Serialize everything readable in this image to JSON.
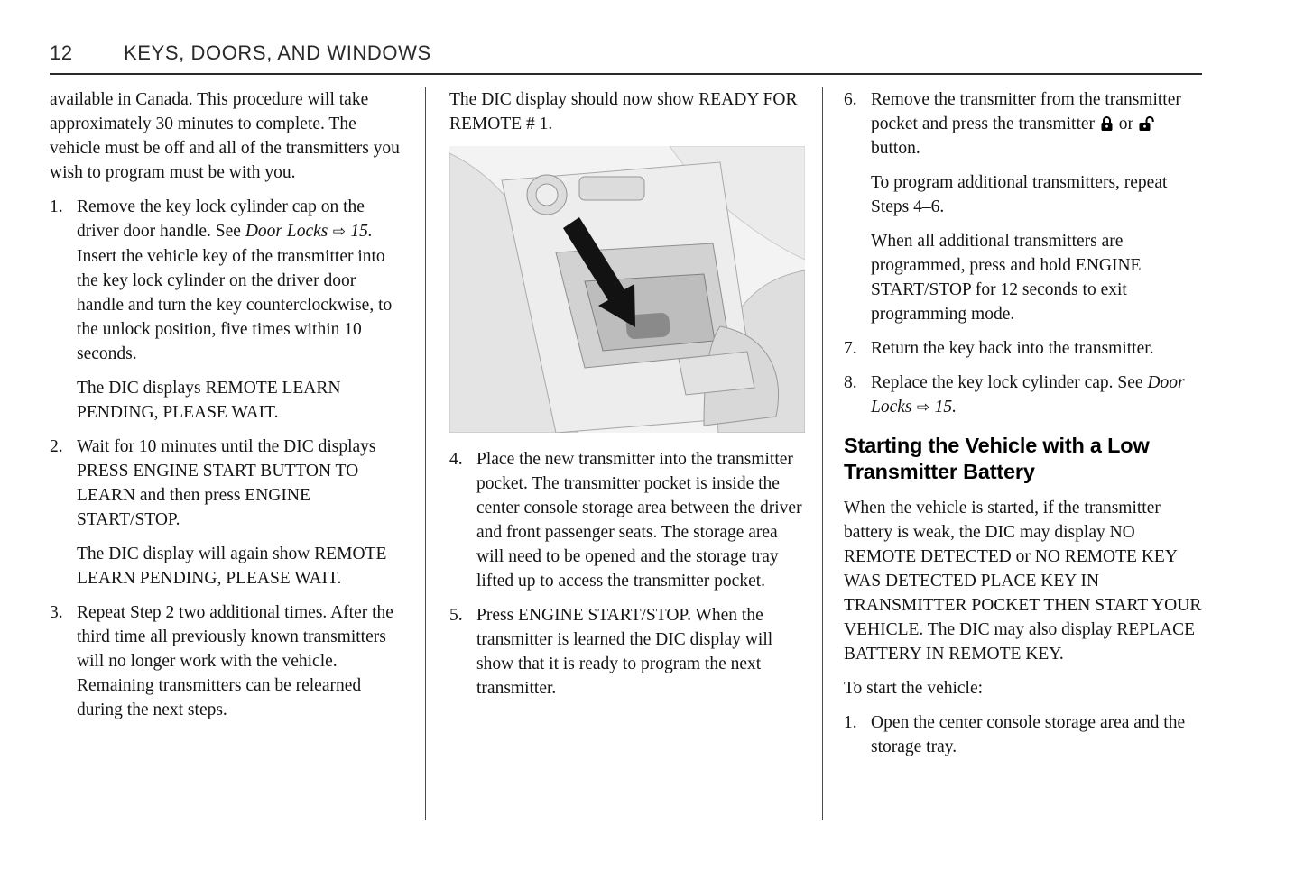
{
  "page": {
    "number": "12",
    "header": "KEYS, DOORS, AND WINDOWS"
  },
  "col1": {
    "intro": "available in Canada. This procedure will take approximately 30 minutes to complete. The vehicle must be off and all of the transmitters you wish to program must be with you.",
    "item1": {
      "num": "1.",
      "p1a": "Remove the key lock cylinder cap on the driver door handle. See ",
      "p1b": "Door Locks",
      "arrow": " ⇨ ",
      "p1c": "15.",
      "p1d": " Insert the vehicle key of the transmitter into the key lock cylinder on the driver door handle and turn the key counterclockwise, to the unlock position, five times within 10 seconds.",
      "p2": "The DIC displays REMOTE LEARN PENDING, PLEASE WAIT."
    },
    "item2": {
      "num": "2.",
      "p1": "Wait for 10 minutes until the DIC displays PRESS ENGINE START BUTTON TO LEARN and then press ENGINE START/STOP.",
      "p2": "The DIC display will again show REMOTE LEARN PENDING, PLEASE WAIT."
    },
    "item3": {
      "num": "3.",
      "p1": "Repeat Step 2 two additional times. After the third time all previously known transmitters will no longer work with the vehicle. Remaining transmitters can be relearned during the next steps."
    }
  },
  "col2": {
    "intro": "The DIC display should now show READY FOR REMOTE # 1.",
    "figure_icon": "center-console-transmitter-pocket-illustration",
    "item4": {
      "num": "4.",
      "p1": "Place the new transmitter into the transmitter pocket. The transmitter pocket is inside the center console storage area between the driver and front passenger seats. The storage area will need to be opened and the storage tray lifted up to access the transmitter pocket."
    },
    "item5": {
      "num": "5.",
      "p1": "Press ENGINE START/STOP. When the transmitter is learned the DIC display will show that it is ready to program the next transmitter."
    }
  },
  "col3": {
    "item6": {
      "num": "6.",
      "p1a": "Remove the transmitter from the transmitter pocket and press the transmitter ",
      "lock_icon": "lock-icon",
      "p1b": " or ",
      "unlock_icon": "unlock-icon",
      "p1c": " button.",
      "p2": "To program additional transmitters, repeat Steps 4–6.",
      "p3": "When all additional transmitters are programmed, press and hold ENGINE START/STOP for 12 seconds to exit programming mode."
    },
    "item7": {
      "num": "7.",
      "p1": "Return the key back into the transmitter."
    },
    "item8": {
      "num": "8.",
      "p1a": "Replace the key lock cylinder cap. See ",
      "p1b": "Door Locks",
      "arrow": " ⇨ ",
      "p1c": "15."
    },
    "heading": "Starting the Vehicle with a Low Transmitter Battery",
    "p1": "When the vehicle is started, if the transmitter battery is weak, the DIC may display NO REMOTE DETECTED or NO REMOTE KEY WAS DETECTED PLACE KEY IN TRANSMITTER POCKET THEN START YOUR VEHICLE. The DIC may also display REPLACE BATTERY IN REMOTE KEY.",
    "p2": "To start the vehicle:",
    "item1": {
      "num": "1.",
      "p1": "Open the center console storage area and the storage tray."
    }
  }
}
